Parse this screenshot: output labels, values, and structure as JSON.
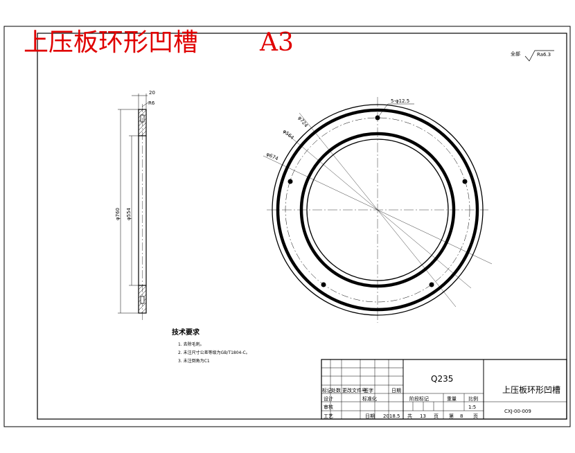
{
  "header": {
    "title": "上压板环形凹槽",
    "sheet_size": "A3"
  },
  "roughness": {
    "prefix": "全部",
    "value": "Ra6.3"
  },
  "section_view": {
    "dim_width": "20",
    "dim_groove": "R6",
    "dim_outer_dia": "φ760",
    "dim_inner_dia": "φ554"
  },
  "front_view": {
    "dim_holes": "5-φ12.5",
    "dim_d1": "φ724",
    "dim_d2": "φ564",
    "dim_d3": "φ674"
  },
  "tech_requirements": {
    "title": "技术要求",
    "items": [
      "1. 去除毛刺。",
      "2. 未注尺寸公差等级为GB/T1804-C。",
      "3. 未注倒角为C1"
    ]
  },
  "title_block": {
    "material": "Q235",
    "part_name": "上压板环形凹槽",
    "drawing_no": "CXJ-00-009",
    "row_labels": [
      "标记",
      "处数",
      "更改文件号",
      "签字",
      "日期"
    ],
    "design_label": "设计",
    "design_std": "标准化",
    "review_label": "审核",
    "process_label": "工艺",
    "date_label": "日期",
    "date_value": "2018.5",
    "stage_label": "阶段标记",
    "weight_label": "重量",
    "scale_label": "比例",
    "scale_value": "1:5",
    "sheets_total_prefix": "共",
    "sheets_total": "13",
    "sheets_total_suffix": "页",
    "sheet_no_prefix": "第",
    "sheet_no": "8",
    "sheet_no_suffix": "页"
  }
}
